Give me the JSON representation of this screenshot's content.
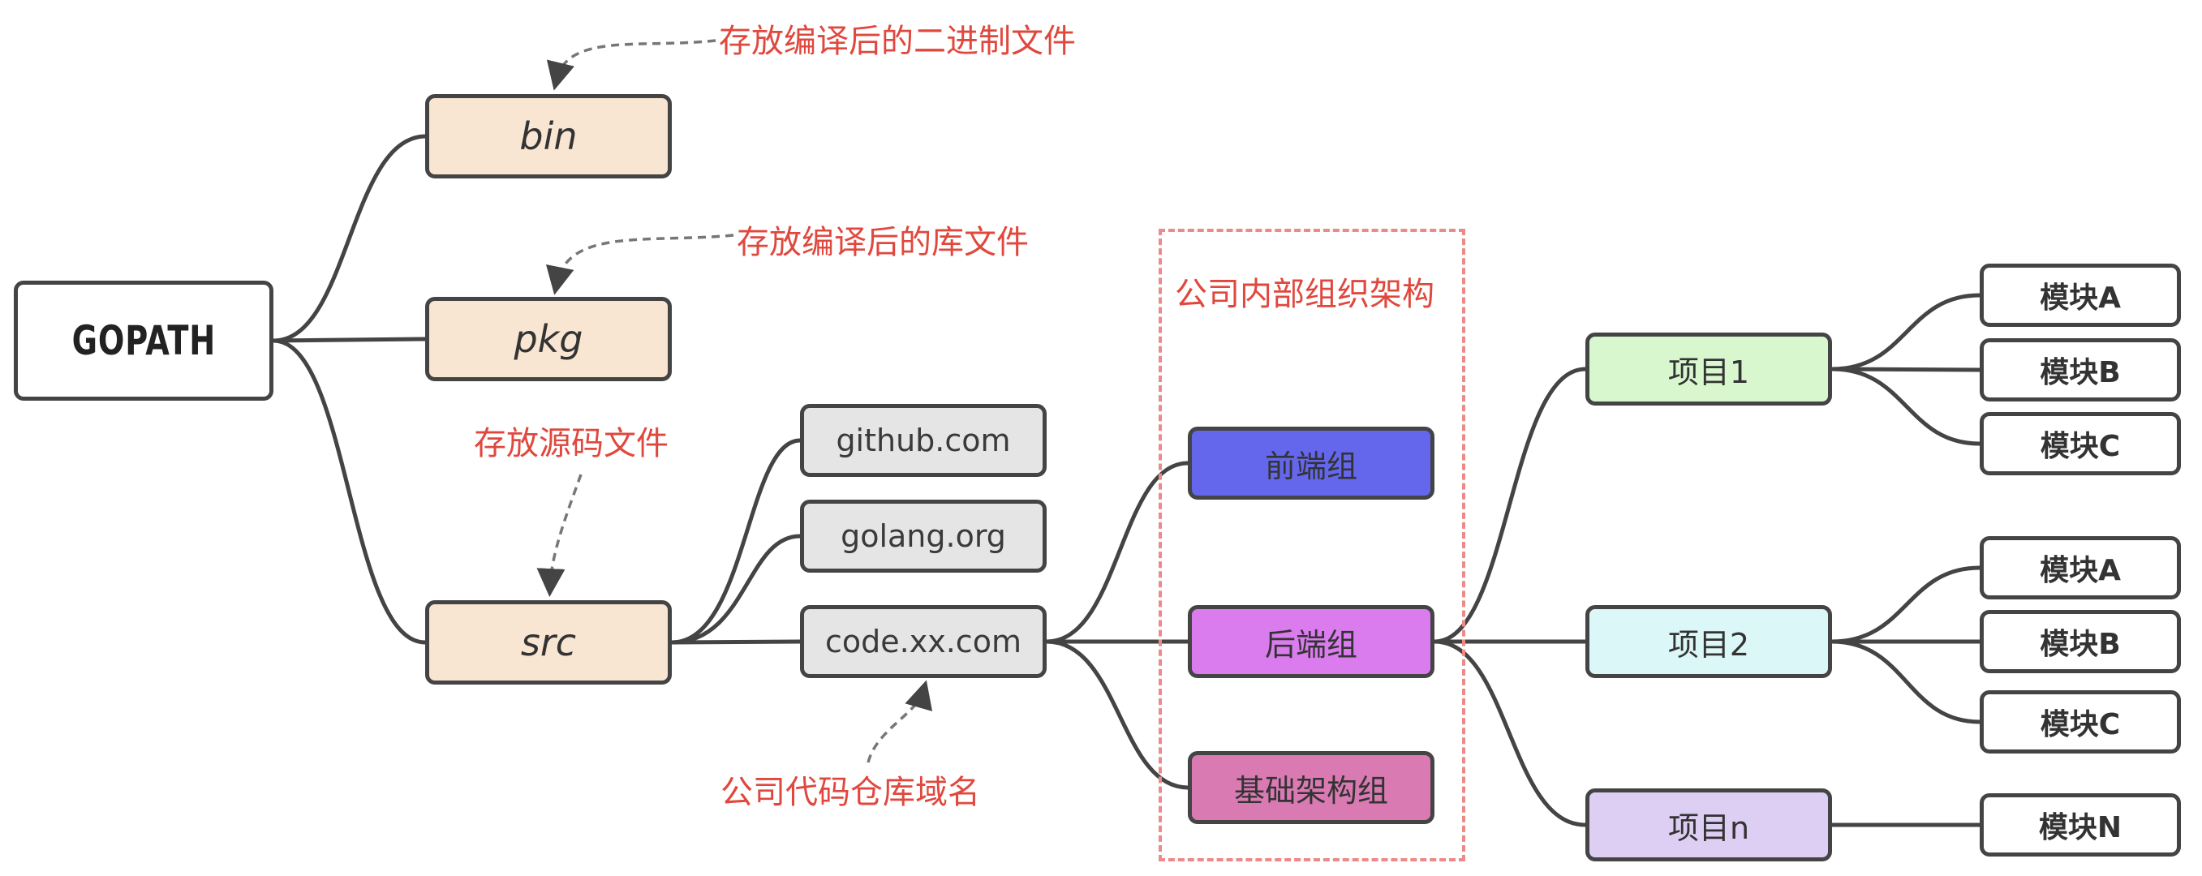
{
  "root": {
    "label": "GOPATH"
  },
  "dirs": [
    {
      "id": "bin",
      "label": "bin",
      "note": "存放编译后的二进制文件"
    },
    {
      "id": "pkg",
      "label": "pkg",
      "note": "存放编译后的库文件"
    },
    {
      "id": "src",
      "label": "src",
      "note": "存放源码文件"
    }
  ],
  "domains": [
    {
      "id": "github",
      "label": "github.com"
    },
    {
      "id": "golang",
      "label": "golang.org"
    },
    {
      "id": "code",
      "label": "code.xx.com",
      "note": "公司代码仓库域名"
    }
  ],
  "org": {
    "title": "公司内部组织架构",
    "border_color": "#ec8a8a",
    "teams": [
      {
        "id": "fe",
        "label": "前端组",
        "color": "#6467ec"
      },
      {
        "id": "be",
        "label": "后端组",
        "color": "#da7cee"
      },
      {
        "id": "infra",
        "label": "基础架构组",
        "color": "#da7ab3"
      }
    ]
  },
  "projects": [
    {
      "id": "p1",
      "label": "项目1",
      "color": "#d9f7cf",
      "modules": [
        "模块A",
        "模块B",
        "模块C"
      ]
    },
    {
      "id": "p2",
      "label": "项目2",
      "color": "#dcf7f7",
      "modules": [
        "模块A",
        "模块B",
        "模块C"
      ]
    },
    {
      "id": "pn",
      "label": "项目n",
      "color": "#ddcff3",
      "modules": [
        "模块N"
      ]
    }
  ],
  "colors": {
    "annotation": "#e0483e",
    "edge": "#444444",
    "dir_fill": "#f8e6d2",
    "domain_fill": "#e5e5e5"
  }
}
